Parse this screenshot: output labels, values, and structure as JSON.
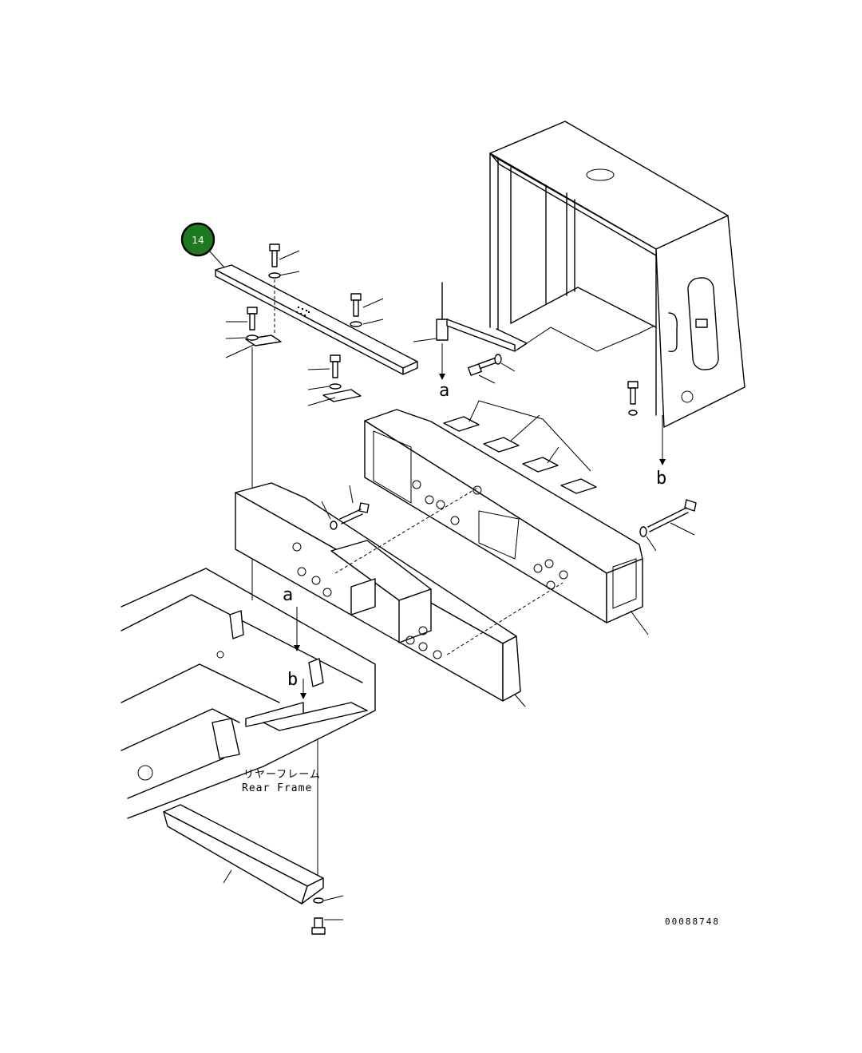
{
  "callout": {
    "number": "14",
    "color": "#1f7a1f"
  },
  "labels": {
    "a_top": "a",
    "b_right": "b",
    "a_lower": "a",
    "b_lower": "b",
    "rear_frame_jp": "リヤーフレーム",
    "rear_frame_en": "Rear Frame",
    "drawing_number": "00088748"
  }
}
